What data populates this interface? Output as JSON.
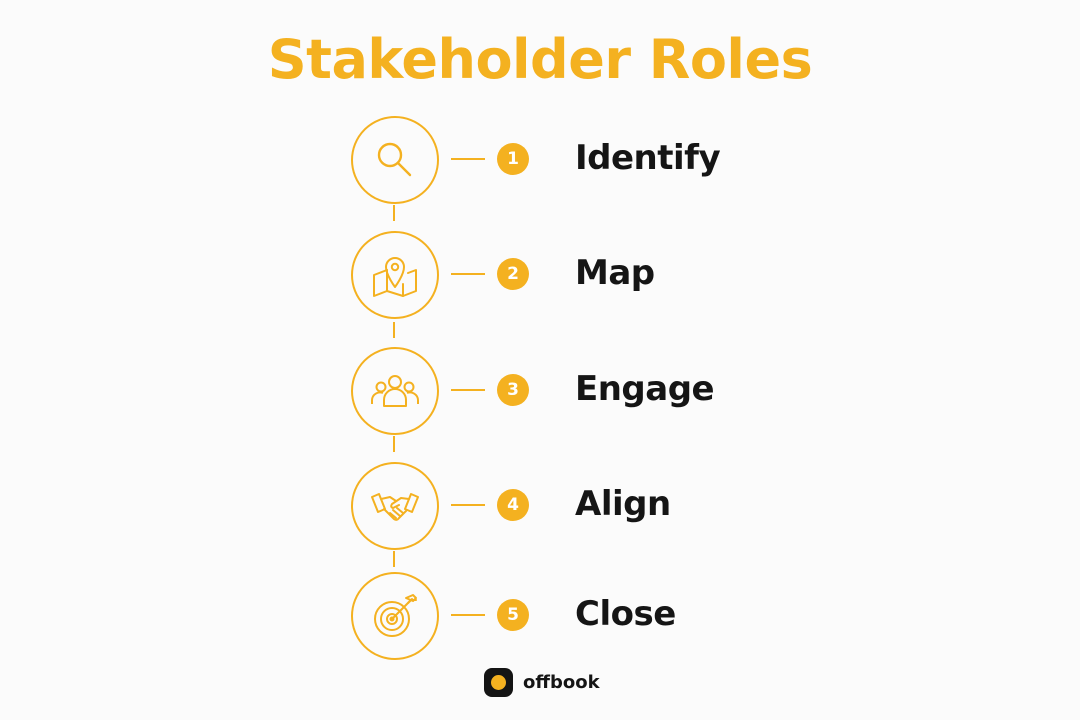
{
  "title": "Stakeholder Roles",
  "accent_color": "#f4b120",
  "text_color": "#151515",
  "steps": [
    {
      "number": "1",
      "label": "Identify",
      "icon": "magnifier-icon"
    },
    {
      "number": "2",
      "label": "Map",
      "icon": "map-pin-icon"
    },
    {
      "number": "3",
      "label": "Engage",
      "icon": "people-group-icon"
    },
    {
      "number": "4",
      "label": "Align",
      "icon": "handshake-icon"
    },
    {
      "number": "5",
      "label": "Close",
      "icon": "target-arrow-icon"
    }
  ],
  "brand": {
    "name": "offbook",
    "icon": "offbook-logo-icon"
  }
}
